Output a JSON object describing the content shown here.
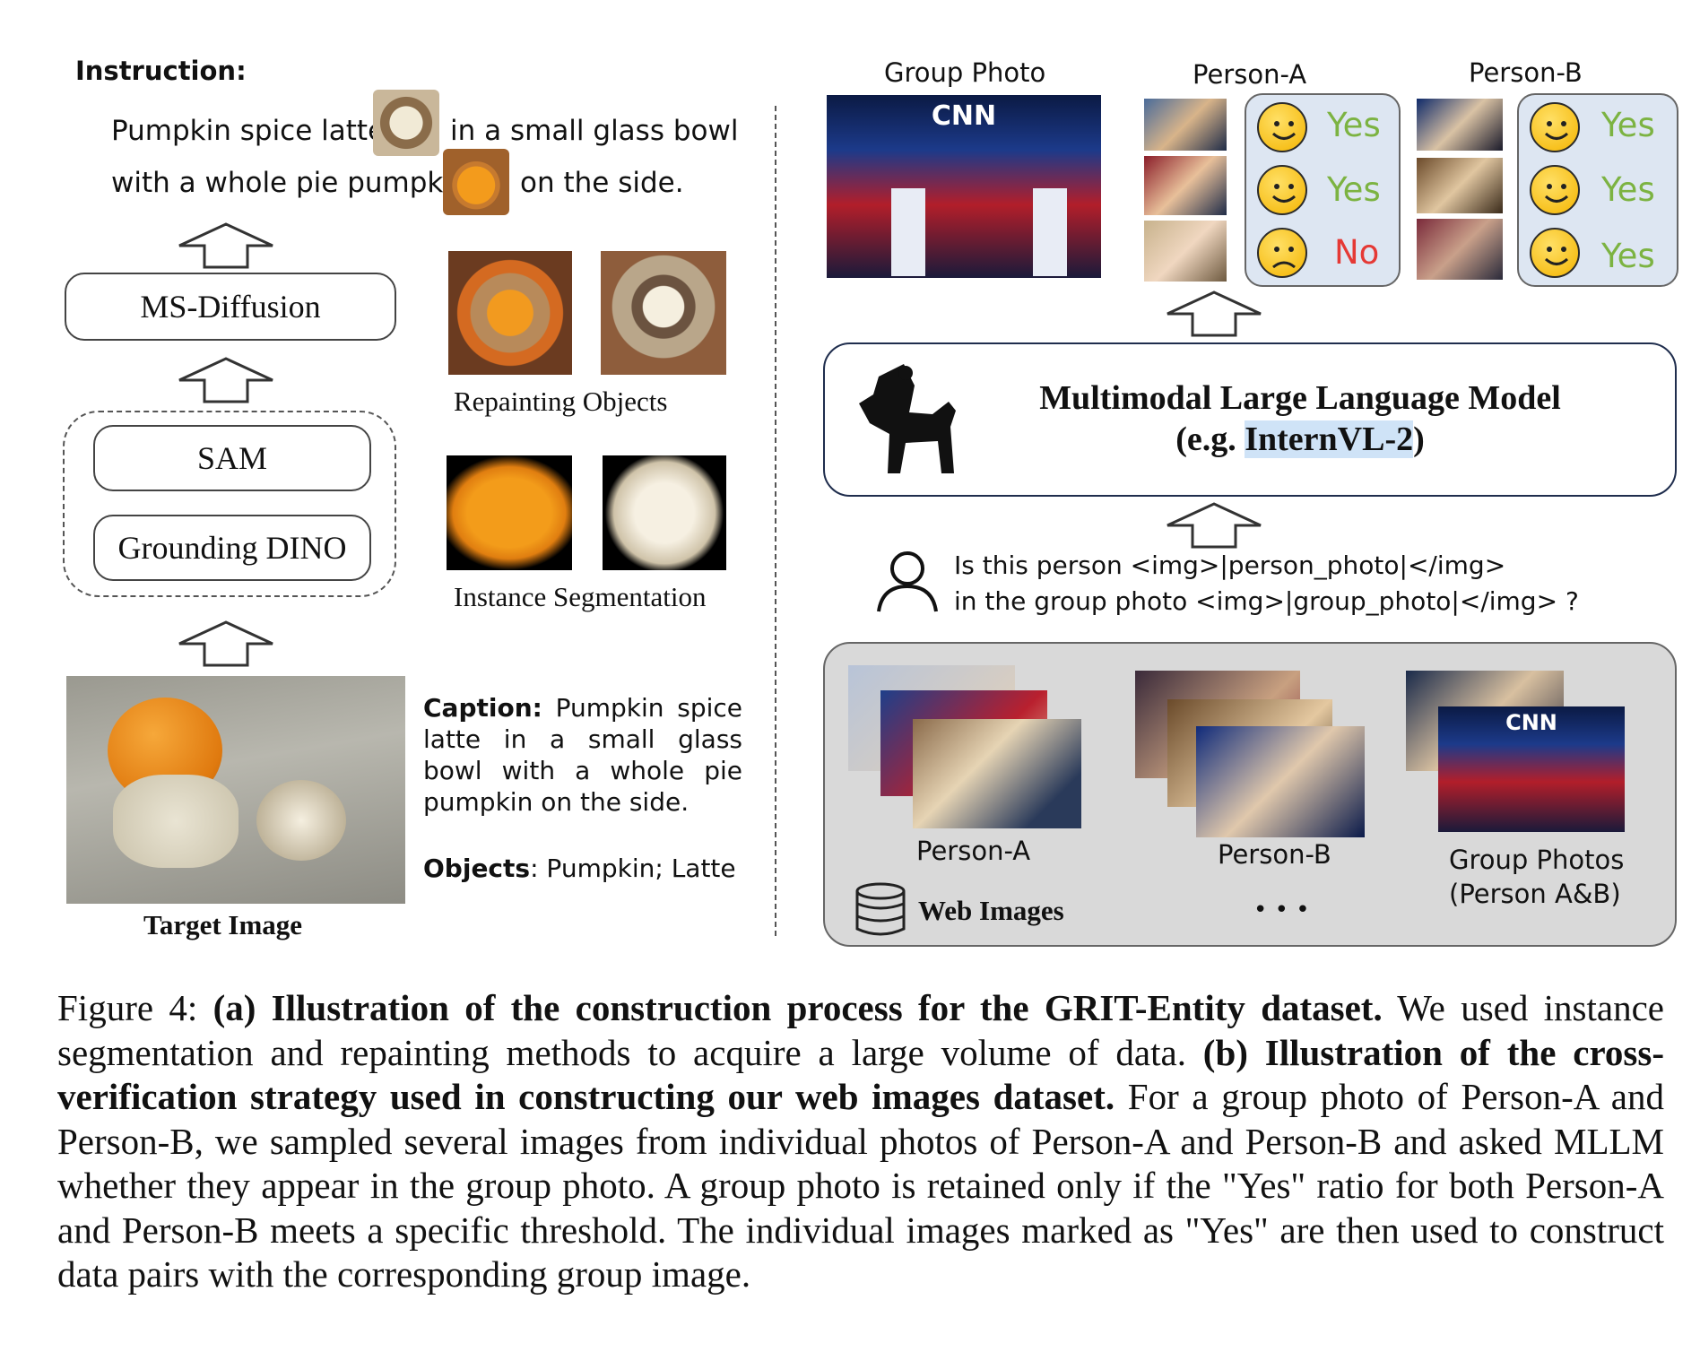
{
  "left_panel": {
    "instruction_label": "Instruction:",
    "instruction_line1_a": "Pumpkin spice latte",
    "instruction_line1_b": "in a small glass bowl",
    "instruction_line2_a": "with a whole pie pumpkin",
    "instruction_line2_b": "on the side.",
    "ms_diffusion": "MS-Diffusion",
    "sam": "SAM",
    "grounding_dino": "Grounding DINO",
    "repainting_objects": "Repainting Objects",
    "instance_segmentation": "Instance Segmentation",
    "target_image": "Target Image",
    "caption_label": "Caption:",
    "caption_text": "Pumpkin spice latte in a small glass bowl with a whole pie pumpkin on the side.",
    "objects_label": "Objects",
    "objects_text": ": Pumpkin; Latte"
  },
  "right_panel": {
    "group_photo": "Group Photo",
    "person_a": "Person-A",
    "person_b": "Person-B",
    "person_a_results": [
      "Yes",
      "Yes",
      "No"
    ],
    "person_b_results": [
      "Yes",
      "Yes",
      "Yes"
    ],
    "mllm_title": "Multimodal Large Language Model",
    "mllm_sub_a": "(e.g. ",
    "mllm_sub_b": "InternVL-2",
    "mllm_sub_c": ")",
    "query_line1": "Is this person <img>|person_photo|</img>",
    "query_line2": "in the group photo <img>|group_photo|</img> ?",
    "db_person_a": "Person-A",
    "db_person_b": "Person-B",
    "db_group_line1": "Group Photos",
    "db_group_line2": "(Person A&B)",
    "web_images": "Web Images",
    "ellipsis": "•  •  •",
    "cnn": "CNN"
  },
  "figure_caption": {
    "prefix": "Figure 4: ",
    "part_a_label": "(a)",
    "part_a_bold": " Illustration of the construction process for the GRIT-Entity dataset.",
    "part_a_text": " We used instance segmentation and repainting methods to acquire a large volume of data. ",
    "part_b_label": "(b)",
    "part_b_bold": " Illustration of the cross-verification strategy used in constructing our web images dataset.",
    "part_b_text": " For a group photo of Person-A and Person-B, we sampled several images from individual photos of Person-A and Person-B and asked MLLM whether they appear in the group photo. A group photo is retained only if the \"Yes\" ratio for both Person-A and Person-B meets a specific threshold. The individual images marked as \"Yes\" are then used to construct data pairs with the corresponding group image."
  },
  "colors": {
    "yes": "#7cb342",
    "no": "#e53935",
    "highlight": "#cfe3f7",
    "result_box": "#dde6f2",
    "db_box": "#d9d9d9"
  }
}
